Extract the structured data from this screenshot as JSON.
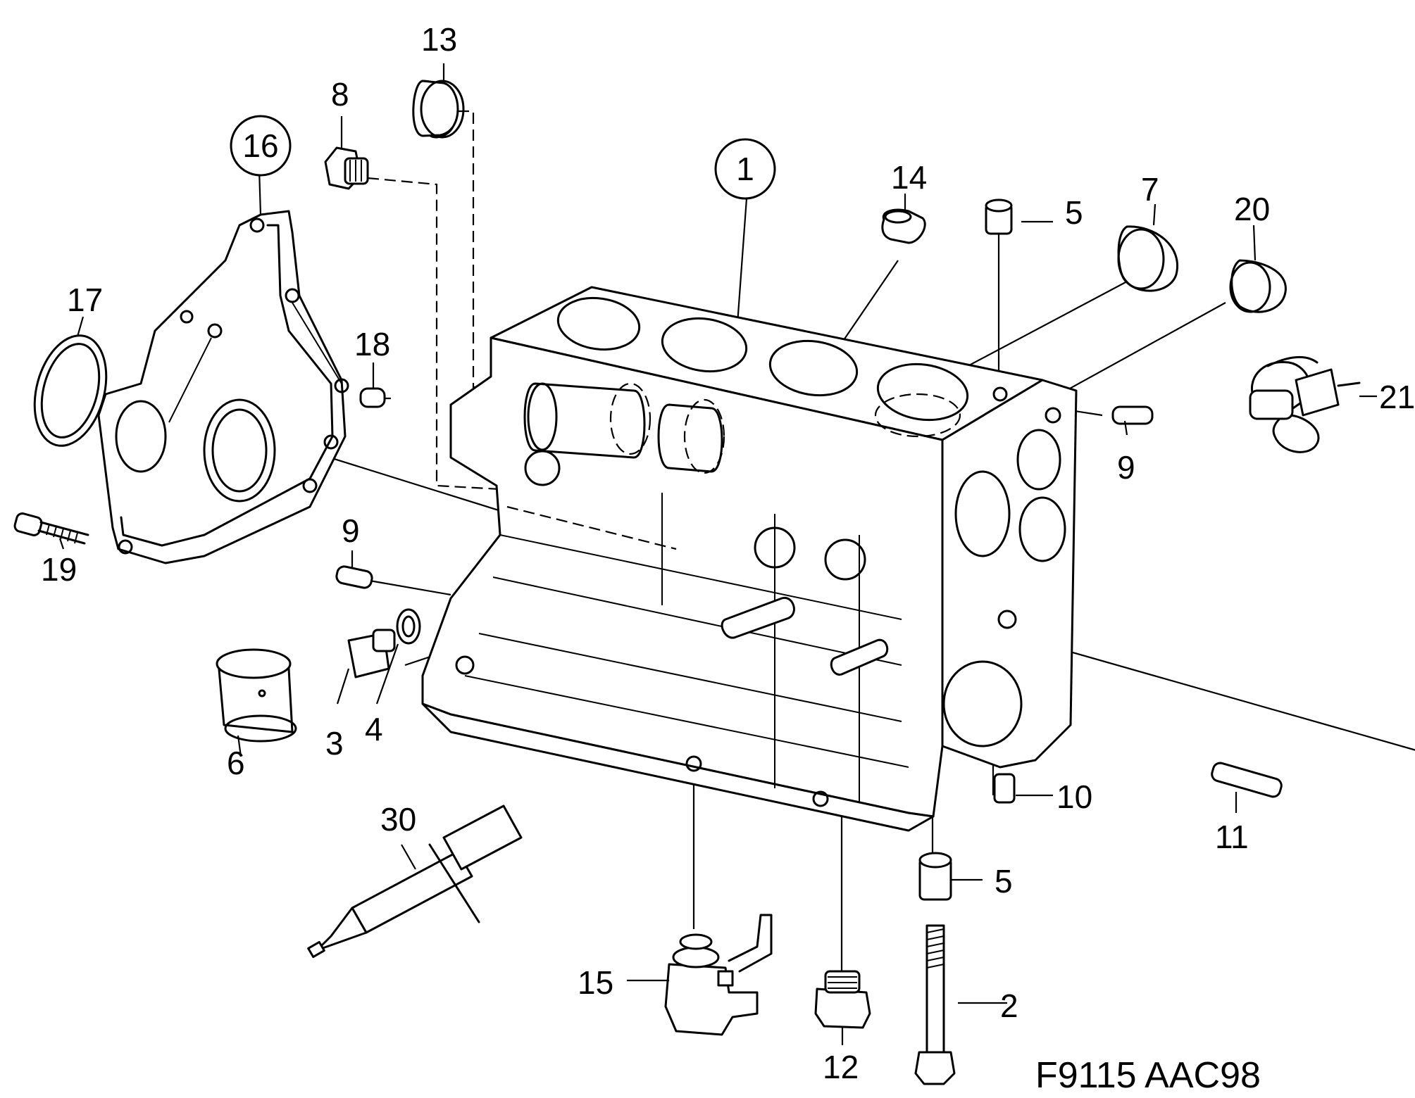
{
  "diagram": {
    "reference_code": "F9115 AAC98",
    "callouts": {
      "c1": "1",
      "c2": "2",
      "c3": "3",
      "c4": "4",
      "c5a": "5",
      "c5b": "5",
      "c6": "6",
      "c7": "7",
      "c8": "8",
      "c9a": "9",
      "c9b": "9",
      "c10": "10",
      "c11": "11",
      "c12": "12",
      "c13": "13",
      "c14": "14",
      "c15": "15",
      "c16": "16",
      "c17": "17",
      "c18": "18",
      "c19": "19",
      "c20": "20",
      "c21": "21",
      "c30": "30"
    }
  }
}
